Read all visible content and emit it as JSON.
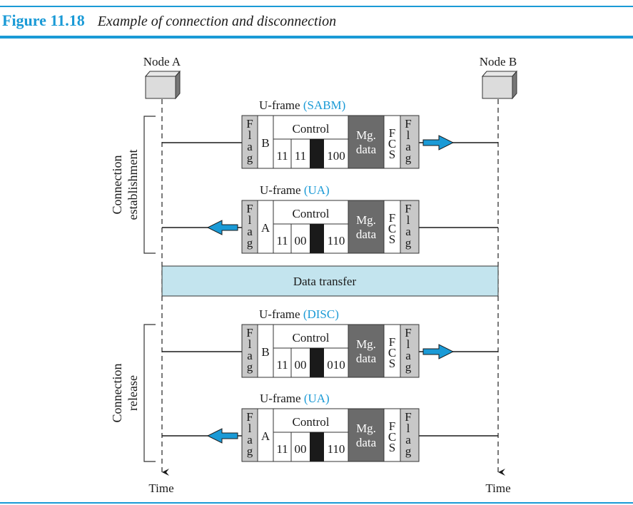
{
  "figure": {
    "number": "Figure 11.18",
    "title": "Example of connection and disconnection"
  },
  "nodes": {
    "a": {
      "label": "Node A"
    },
    "b": {
      "label": "Node B"
    }
  },
  "time_label": "Time",
  "phases": {
    "establishment": {
      "line1": "Connection",
      "line2": "establishment"
    },
    "release": {
      "line1": "Connection",
      "line2": "release"
    }
  },
  "data_transfer": {
    "label": "Data transfer",
    "color": "#c3e4ee"
  },
  "colors": {
    "accent": "#1a9ad6",
    "flag_fill": "#c8c8c8",
    "mgdata_fill": "#6b6b6b",
    "arrow_fill": "#1a9ad6"
  },
  "frame_field_labels": {
    "flag": [
      "F",
      "l",
      "a",
      "g"
    ],
    "control": "Control",
    "mgdata_line1": "Mg.",
    "mgdata_line2": "data",
    "fcs": [
      "F",
      "C",
      "S"
    ]
  },
  "frames": [
    {
      "prefix": "U-frame ",
      "type": "(SABM)",
      "address": "B",
      "bits": [
        "11",
        "11",
        "100"
      ],
      "direction": "A to B"
    },
    {
      "prefix": "U-frame ",
      "type": "(UA)",
      "address": "A",
      "bits": [
        "11",
        "00",
        "110"
      ],
      "direction": "B to A"
    },
    {
      "prefix": "U-frame ",
      "type": "(DISC)",
      "address": "B",
      "bits": [
        "11",
        "00",
        "010"
      ],
      "direction": "A to B"
    },
    {
      "prefix": "U-frame ",
      "type": "(UA)",
      "address": "A",
      "bits": [
        "11",
        "00",
        "110"
      ],
      "direction": "B to A"
    }
  ]
}
